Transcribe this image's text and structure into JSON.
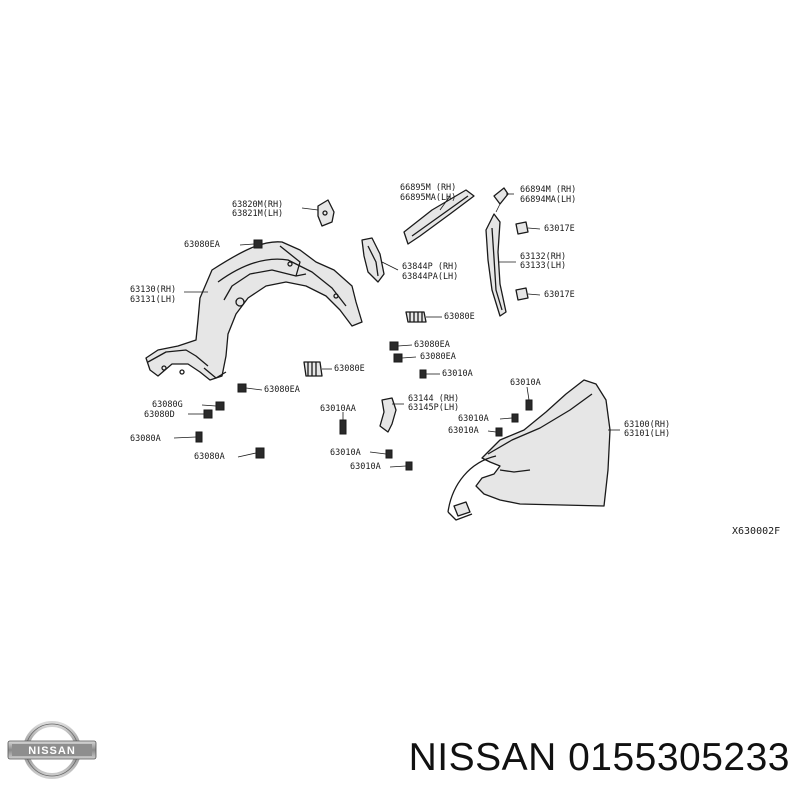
{
  "callouts": [
    {
      "id": "c1",
      "lines": [
        "63820M(RH)",
        "63821M(LH)"
      ]
    },
    {
      "id": "c2",
      "lines": [
        "66895M (RH)",
        "66895MA(LH)"
      ]
    },
    {
      "id": "c3",
      "lines": [
        "66894M (RH)",
        "66894MA(LH)"
      ]
    },
    {
      "id": "c4",
      "lines": [
        "63080EA"
      ]
    },
    {
      "id": "c5",
      "lines": [
        "63017E"
      ]
    },
    {
      "id": "c6",
      "lines": [
        "63130(RH)",
        "63131(LH)"
      ]
    },
    {
      "id": "c7",
      "lines": [
        "63844P (RH)",
        "63844PA(LH)"
      ]
    },
    {
      "id": "c8",
      "lines": [
        "63132(RH)",
        "63133(LH)"
      ]
    },
    {
      "id": "c9",
      "lines": [
        "63017E"
      ]
    },
    {
      "id": "c10",
      "lines": [
        "63080E"
      ]
    },
    {
      "id": "c11",
      "lines": [
        "63080EA"
      ]
    },
    {
      "id": "c12",
      "lines": [
        "63080EA"
      ]
    },
    {
      "id": "c13",
      "lines": [
        "63080E"
      ]
    },
    {
      "id": "c14",
      "lines": [
        "63010A"
      ]
    },
    {
      "id": "c15",
      "lines": [
        "63080EA"
      ]
    },
    {
      "id": "c16",
      "lines": [
        "63010A"
      ]
    },
    {
      "id": "c17",
      "lines": [
        "63080G"
      ]
    },
    {
      "id": "c18",
      "lines": [
        "63080D"
      ]
    },
    {
      "id": "c19",
      "lines": [
        "63144 (RH)",
        "63145P(LH)"
      ]
    },
    {
      "id": "c20",
      "lines": [
        "63010AA"
      ]
    },
    {
      "id": "c21",
      "lines": [
        "63010A"
      ]
    },
    {
      "id": "c22",
      "lines": [
        "63010A"
      ]
    },
    {
      "id": "c23",
      "lines": [
        "63100(RH)",
        "63101(LH)"
      ]
    },
    {
      "id": "c24",
      "lines": [
        "63080A"
      ]
    },
    {
      "id": "c25",
      "lines": [
        "63080A"
      ]
    },
    {
      "id": "c26",
      "lines": [
        "63010A"
      ]
    },
    {
      "id": "c27",
      "lines": [
        "63010A"
      ]
    }
  ],
  "diagram_code": "X630002F",
  "brand": {
    "logo_text": "NISSAN",
    "part_number": "NISSAN 0155305233"
  },
  "colors": {
    "line": "#1a1a1a",
    "part_fill": "#e6e6e6",
    "background": "#ffffff"
  }
}
